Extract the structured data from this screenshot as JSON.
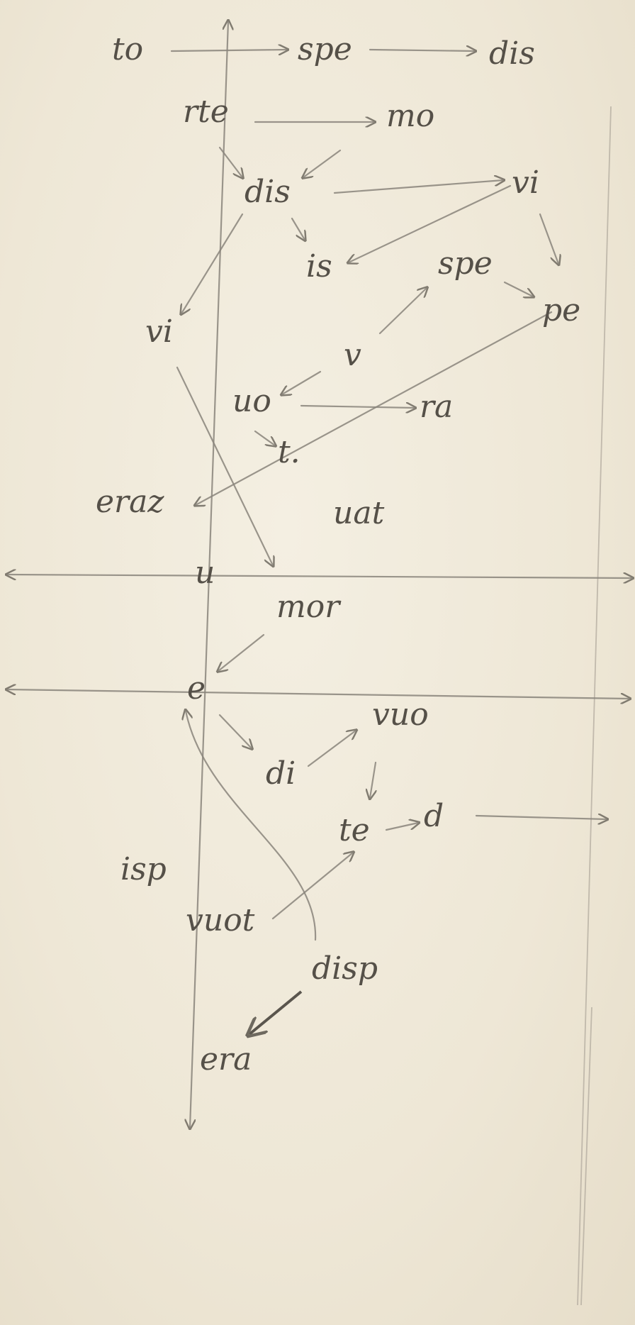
{
  "labels": {
    "to": "to",
    "spe_top": "spe",
    "dis_top": "dis",
    "rte": "rte",
    "mo": "mo",
    "dis": "dis",
    "vi_right": "vi",
    "is": "is",
    "spe": "spe",
    "pe": "pe",
    "vi_left": "vi",
    "v": "v",
    "uo": "uo",
    "ra": "ra",
    "t": "t.",
    "eraz": "eraz",
    "uat": "uat",
    "u": "u",
    "mor": "mor",
    "e": "e",
    "vuo": "vuo",
    "di": "di",
    "te": "te",
    "d": "d",
    "isp": "isp",
    "vuot": "vuot",
    "disp": "disp",
    "era": "era"
  },
  "colors": {
    "paper": "#efe8d8",
    "pencil": "#555048"
  }
}
